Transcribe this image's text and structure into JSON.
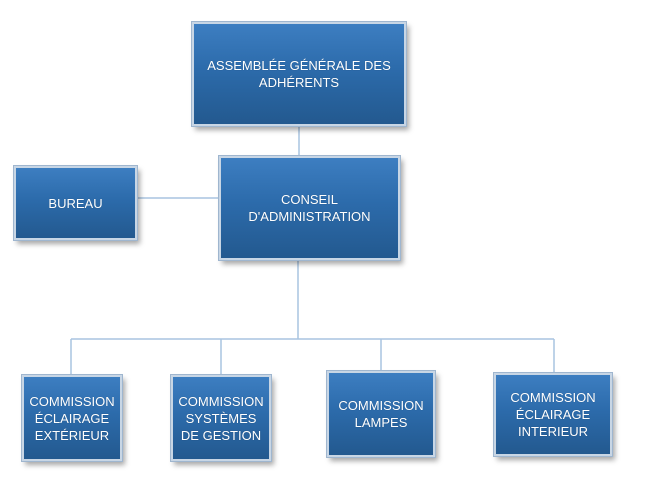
{
  "org_chart": {
    "assemblee": "ASSEMBLÉE GÉNÉRALE DES ADHÉRENTS",
    "conseil": "CONSEIL D'ADMINISTRATION",
    "bureau": "BUREAU",
    "commissions": [
      "COMMISSION ÉCLAIRAGE EXTÉRIEUR",
      "COMMISSION SYSTÈMES DE GESTION",
      "COMMISSION LAMPES",
      "COMMISSION ÉCLAIRAGE INTERIEUR"
    ]
  },
  "colors": {
    "box_fill": "#2c6bab",
    "box_border": "#c8d6e5",
    "connector": "#a9c4e0"
  }
}
